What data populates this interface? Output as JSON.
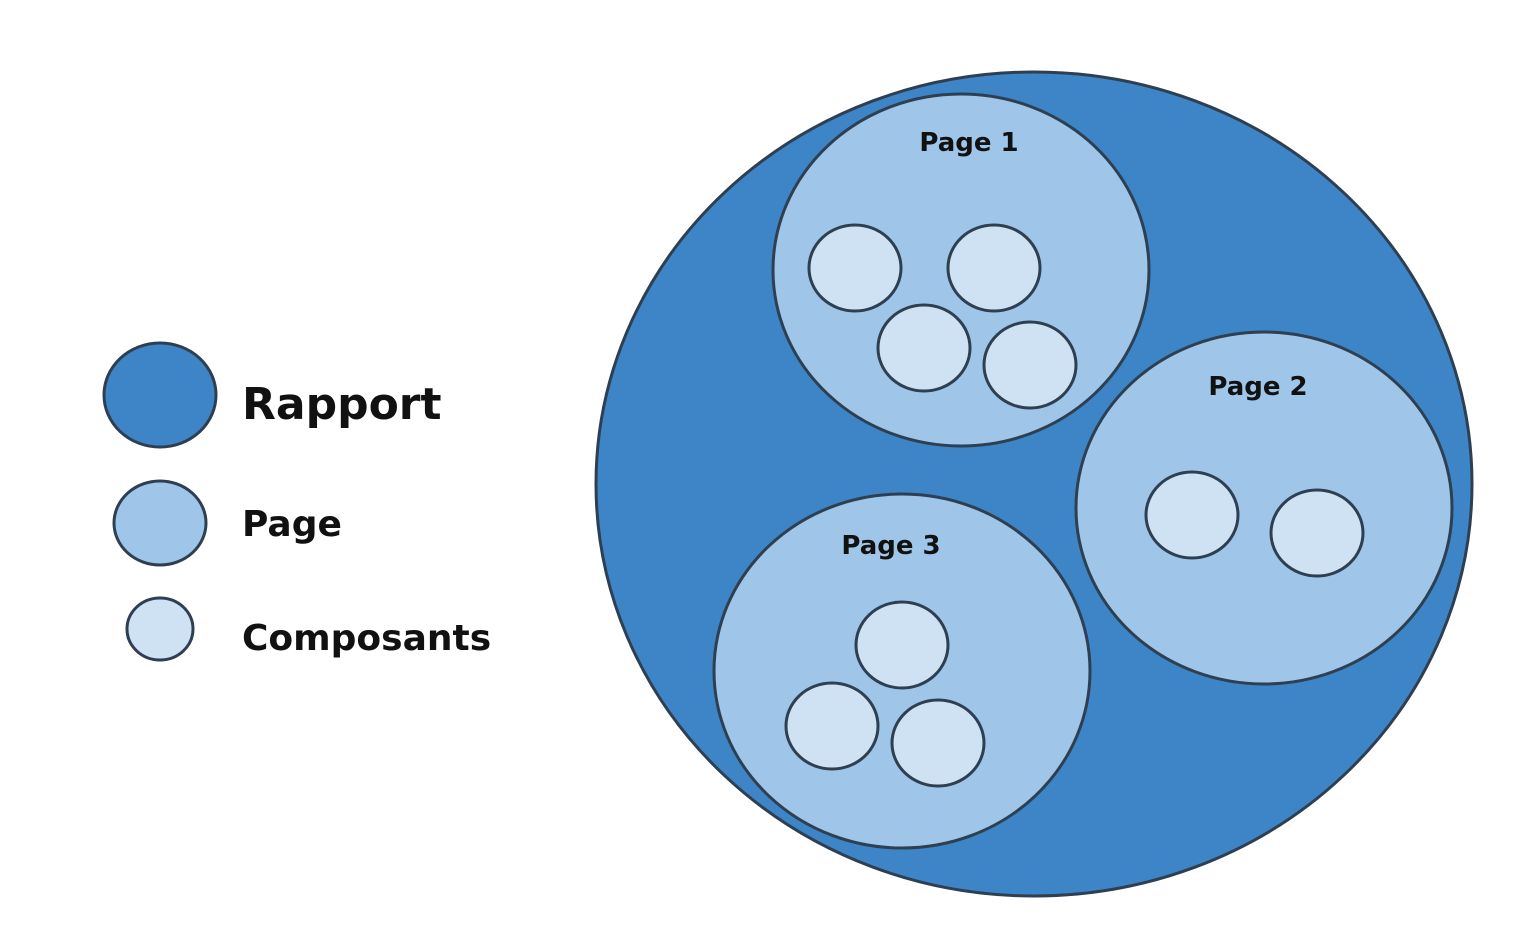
{
  "legend": {
    "rapport": "Rapport",
    "page": "Page",
    "composants": "Composants"
  },
  "diagram": {
    "page1": {
      "label": "Page 1",
      "component_count": 4
    },
    "page2": {
      "label": "Page 2",
      "component_count": 2
    },
    "page3": {
      "label": "Page 3",
      "component_count": 3
    }
  },
  "colors": {
    "rapport": "#3d85c6",
    "page": "#9fc5e8",
    "composant": "#cfe2f3",
    "stroke": "#2f3f52"
  }
}
